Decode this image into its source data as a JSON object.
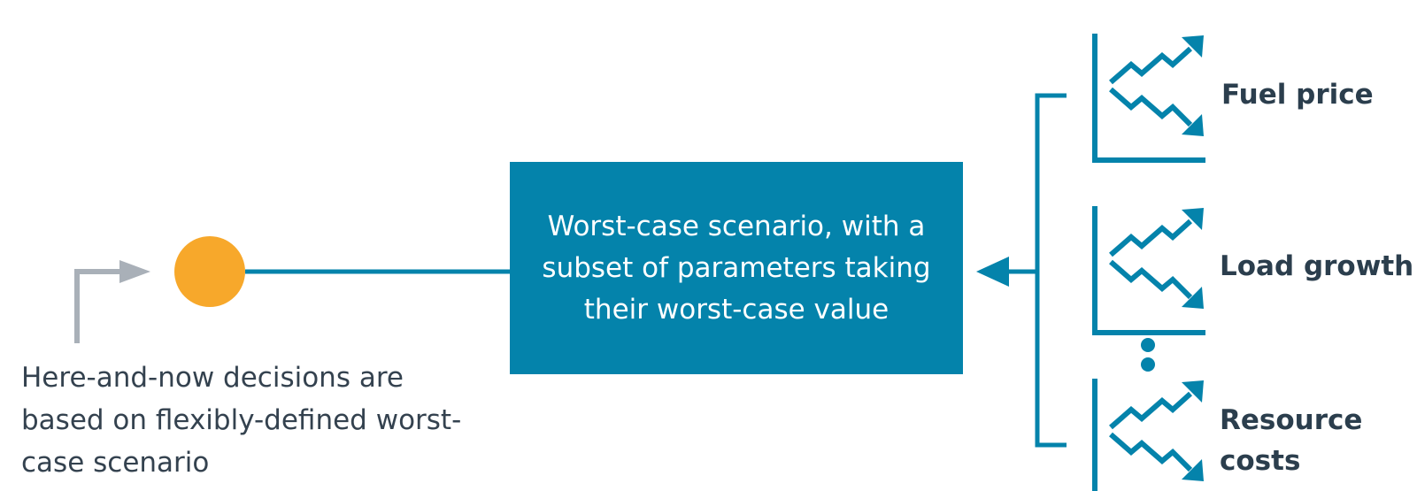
{
  "center_box": {
    "text": "Worst-case scenario, with a subset of parameters taking their worst-case value"
  },
  "caption": {
    "text": "Here-and-now decisions are based on flexibly-defined worst-case scenario"
  },
  "parameters": [
    {
      "label": "Fuel price"
    },
    {
      "label": "Load growth"
    },
    {
      "label": "Resource costs"
    }
  ],
  "colors": {
    "primary_blue": "#0483ab",
    "decision_node_orange": "#f7a82b",
    "arrow_gray": "#a9b0b8",
    "text_dark": "#2b3e4d"
  }
}
